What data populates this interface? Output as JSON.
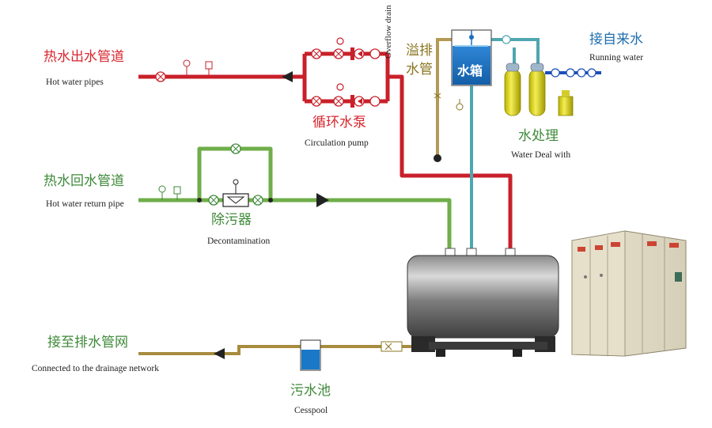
{
  "colors": {
    "hot_supply": "#c8202a",
    "hot_return": "#6fae4a",
    "overflow": "#b39a55",
    "water_feed": "#4fa6b0",
    "drain": "#a88c3e",
    "city_water": "#1c4fb8",
    "tank_blue": "#1a6fc2",
    "label_red": "#d8262e",
    "label_green": "#3f8a3a",
    "label_olive": "#8a7420",
    "label_blue": "#1f6fb0"
  },
  "labels": {
    "hot_water_outlet_cn": "热水出水管道",
    "hot_water_outlet_en": "Hot water pipes",
    "hot_water_return_cn": "热水回水管道",
    "hot_water_return_en": "Hot water return pipe",
    "circulation_pump_cn": "循环水泵",
    "circulation_pump_en": "Circulation pump",
    "decontamination_cn": "除污器",
    "decontamination_en": "Decontamination",
    "overflow_cn": "溢排水管",
    "overflow_en": "Overflow drain",
    "water_tank_cn": "水箱",
    "water_treatment_cn": "水处理",
    "water_treatment_en": "Water Deal with",
    "tap_water_cn": "接自来水",
    "tap_water_en": "Running water",
    "drainage_cn": "接至排水管网",
    "drainage_en": "Connected to the drainage network",
    "cesspool_cn": "污水池",
    "cesspool_en": "Cesspool"
  }
}
